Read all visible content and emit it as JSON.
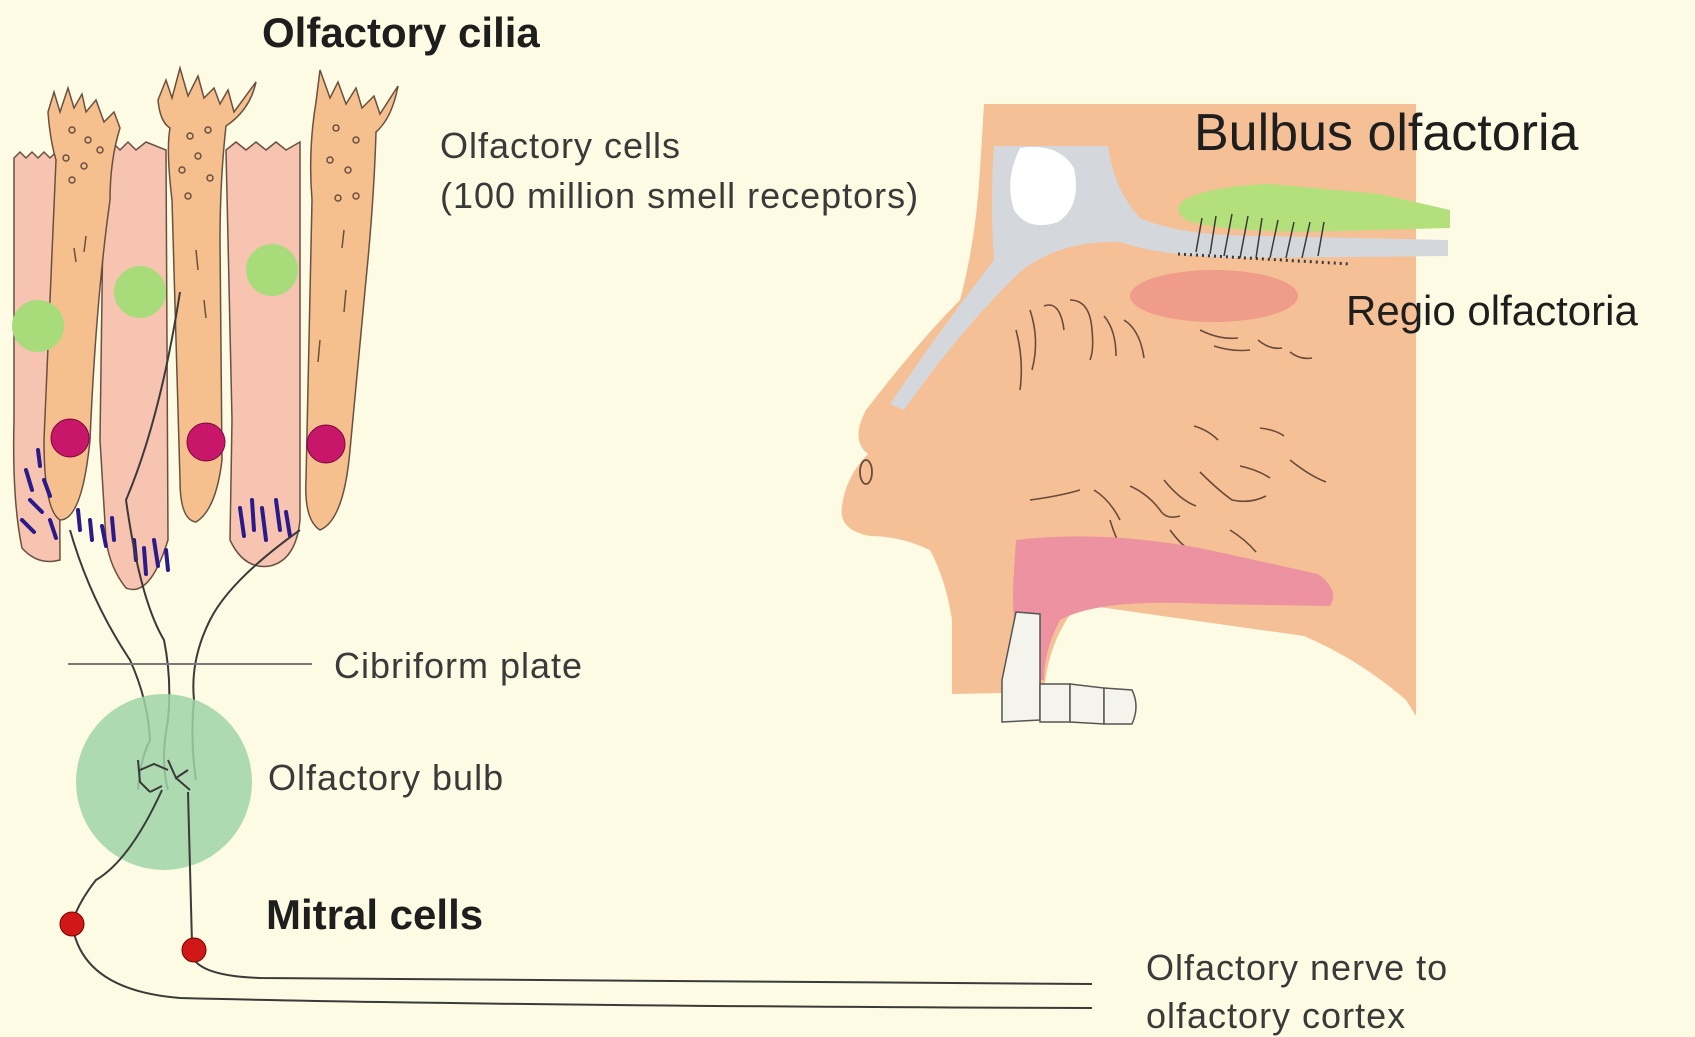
{
  "labels": {
    "olfactory_cilia": "Olfactory cilia",
    "olfactory_cells_line1": "Olfactory cells",
    "olfactory_cells_line2": "(100 million smell receptors)",
    "cribriform_plate": "Cibriform plate",
    "olfactory_bulb": "Olfactory bulb",
    "mitral_cells": "Mitral cells",
    "nerve_line1": "Olfactory nerve to",
    "nerve_line2": "olfactory cortex",
    "bulbus_olfactoria": "Bulbus olfactoria",
    "regio_olfactoria": "Regio olfactoria"
  },
  "colors": {
    "background": "#fdfbe3",
    "supporting_cell": "#f6c4b0",
    "receptor_cell": "#f5c08e",
    "cell_body_green": "#a8dc7a",
    "nucleus_magenta": "#c8176a",
    "basal_blue": "#2a1a8a",
    "bulb_green": "#9fd3a8",
    "mitral_red": "#d01818",
    "face_skin": "#f5c096",
    "bone_grey": "#d4d8dc",
    "bulbus_green": "#b4e07c",
    "regio_pink": "#ef9c8a",
    "tongue_pink": "#ec92a0"
  }
}
